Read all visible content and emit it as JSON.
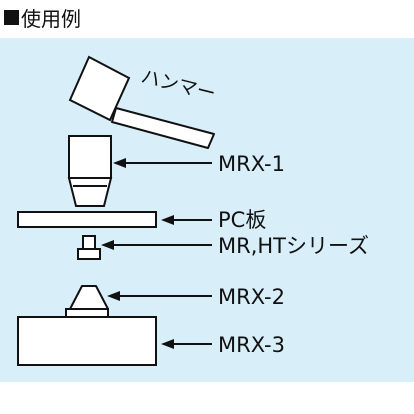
{
  "heading": {
    "bullet": "■",
    "title": "使用例"
  },
  "labels": {
    "hammer": "ハンマー",
    "mrx1": "MRX-1",
    "pc": "PC板",
    "mrht": "MR,HTシリーズ",
    "mrx2": "MRX-2",
    "mrx3": "MRX-3"
  },
  "colors": {
    "panel": "#d8eef9",
    "stroke": "#111111",
    "fill": "#ffffff"
  }
}
